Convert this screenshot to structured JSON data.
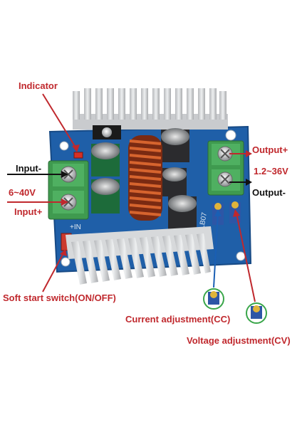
{
  "labels": {
    "indicator": "Indicator",
    "input_minus": "Input-",
    "input_range": "6~40V",
    "input_plus": "Input+",
    "output_plus": "Output+",
    "output_range": "1.2~36V",
    "output_minus": "Output-",
    "soft_start": "Soft start switch(ON/OFF)",
    "current_adjust": "Current adjustment(CC)",
    "voltage_adjust": "Voltage adjustment(CV)"
  },
  "board": {
    "silkscreen_in": "+IN",
    "silkscreen_chip": "LB07"
  },
  "colors": {
    "label_red": "#c0282d",
    "label_black": "#111111",
    "pcb_blue": "#1f5fa8",
    "terminal_green": "#3f9a4f",
    "heatsink": "#cfd1d3",
    "coil_copper": "#b5451c",
    "trimmer_blue": "#2d56a6"
  }
}
